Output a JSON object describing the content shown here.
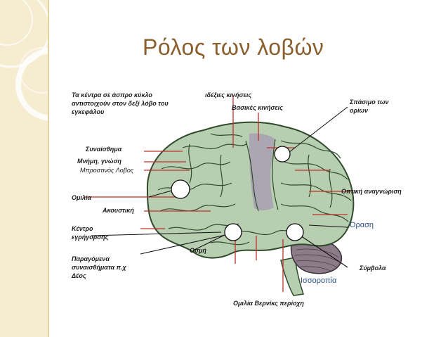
{
  "slide": {
    "title": "Ρόλος των λοβών"
  },
  "figure": {
    "note_line1": "Τα κέντρα σε άσπρο κύκλο",
    "note_line2": "αντιστοιχούν στον δεξί λόβο του",
    "note_line3": "εγκεφάλου",
    "labels": {
      "complex_movements": "ιδέξιες κινήσεις",
      "basic_movements": "Βασικές κινήσεις",
      "limb_sense_1": "Σπάσιμο των",
      "limb_sense_2": "ορίων",
      "emotion": "Συναίσθημα",
      "memory": "Μνήμη, γνώση",
      "frontal_lobe": "Μπροστινός Λοβος",
      "speech": "Ομιλία",
      "visual_recognition": "Οπτική αναγνώριση",
      "hearing": "Ακουστική",
      "vision": "Όραση",
      "alertness_1": "Κέντρο",
      "alertness_2": "εγρήγορσης",
      "smell": "Οσμή",
      "symbols": "Σύμβολα",
      "emotions_1": "Παραγόμενα",
      "emotions_2": "συναισθήματα π.χ",
      "emotions_3": "Δέος",
      "balance": "Ισσοροπία",
      "wernicke": "Ομιλία Βερνίκς περίοχη"
    }
  },
  "colors": {
    "sidebar": "#f6ecd0",
    "title": "#8a5f2e",
    "brain_fill": "#b7ceb0",
    "brain_lines": "#2f4a2a",
    "motor_strip": "#a9a2b3",
    "pointer_lines": "#c0302b",
    "cerebellum": "#8c7b88"
  }
}
